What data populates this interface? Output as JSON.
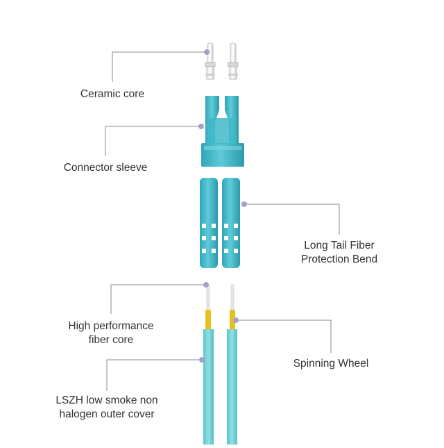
{
  "labels": {
    "ceramic_core": "Ceramic core",
    "connector_sleeve": "Connector sleeve",
    "long_tail": [
      "Long Tail Fiber",
      "Protection Bend"
    ],
    "fiber_core": [
      "High performance",
      "fiber core"
    ],
    "spinning_wheel": "Spinning Wheel",
    "outer_cover": [
      "LSZH low smoke non",
      "halogen outer cover"
    ]
  },
  "colors": {
    "aqua": "#3fb8c9",
    "aqua_dark": "#2a98a9",
    "aqua_light": "#7fd6e1",
    "fiber_yellow": "#e7c21f",
    "leader_line": "#8a8a8a",
    "dot": "#a99dc9",
    "text": "#333333"
  }
}
